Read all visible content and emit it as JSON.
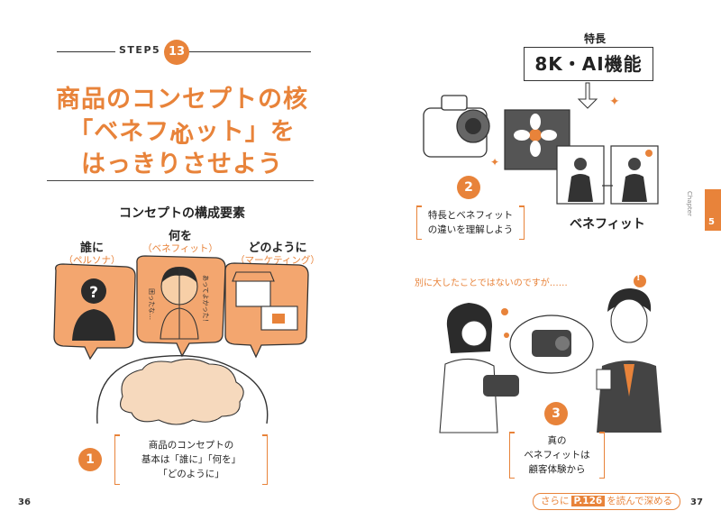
{
  "left_page": {
    "step_label": "STEP5",
    "step_number": "13",
    "title_lines": [
      "商品のコンセプトの核心",
      "「ベネフィット」を",
      "はっきりさせよう"
    ],
    "section_title": "コンセプトの構成要素",
    "elements": [
      {
        "label": "誰に",
        "sub": "（ペルソナ）"
      },
      {
        "label": "何を",
        "sub": "（ベネフィット）"
      },
      {
        "label": "どのように",
        "sub": "（マーケティング）"
      }
    ],
    "speech_bubble_text": "あってよかった！",
    "face_bubble_text": "困ったな…",
    "point_number": "1",
    "point_text": "商品のコンセプトの\n基本は「誰に」「何を」\n「どのように」",
    "page_number": "36"
  },
  "right_page": {
    "feature_heading": "特長",
    "feature_box": "8K・AI機能",
    "point2_number": "2",
    "point2_text": "特長とベネフィット\nの違いを理解しよう",
    "benefit_label": "ベネフィット",
    "conversation_note": "別に大したことではないのですが……",
    "exclamation": "!",
    "point3_number": "3",
    "point3_text": "真の\nベネフィットは\n顧客体験から",
    "chapter_label": "Chapter",
    "chapter_number": "5",
    "deepen_prefix": "さらに",
    "deepen_page": "P.126",
    "deepen_suffix": "を読んで深める",
    "page_number": "37"
  },
  "colors": {
    "accent": "#e8833a",
    "text": "#222222",
    "bubble": "#f3a66f",
    "brain": "#f6d9bd"
  }
}
